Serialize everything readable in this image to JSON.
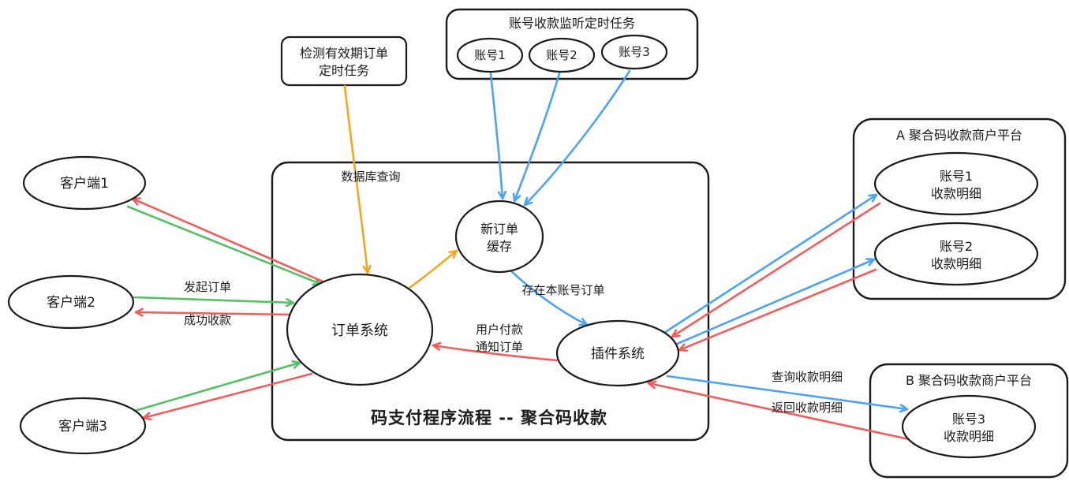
{
  "diagram": {
    "main_box_title": "码支付程序流程 -- 聚合码收款",
    "colors": {
      "ink": "#1b1b1b",
      "green": "#55c065",
      "red": "#f25c5c",
      "blue": "#4da2f7",
      "orange": "#f2a71f"
    },
    "nodes": {
      "detect_task_box": {
        "line1": "检测有效期订单",
        "line2": "定时任务"
      },
      "monitor_task_box": {
        "title": "账号收款监听定时任务",
        "account1": "账号1",
        "account2": "账号2",
        "account3": "账号3"
      },
      "client1": {
        "label": "客户端1"
      },
      "client2": {
        "label": "客户端2"
      },
      "client3": {
        "label": "客户端3"
      },
      "order_system": {
        "label": "订单系统"
      },
      "new_order_cache": {
        "line1": "新订单",
        "line2": "缓存"
      },
      "plugin_system": {
        "label": "插件系统"
      },
      "platform_a": {
        "title": "A 聚合码收款商户平台",
        "account1": {
          "line1": "账号1",
          "line2": "收款明细"
        },
        "account2": {
          "line1": "账号2",
          "line2": "收款明细"
        }
      },
      "platform_b": {
        "title": "B 聚合码收款商户平台",
        "account3": {
          "line1": "账号3",
          "line2": "收款明细"
        }
      }
    },
    "edge_labels": {
      "db_query": "数据库查询",
      "initiate_order": "发起订单",
      "success_payment": "成功收款",
      "account_order_exists": "存在本账号订单",
      "user_payment_line1": "用户付款",
      "user_payment_line2": "通知订单",
      "query_details": "查询收款明细",
      "return_details": "返回收款明细"
    }
  }
}
